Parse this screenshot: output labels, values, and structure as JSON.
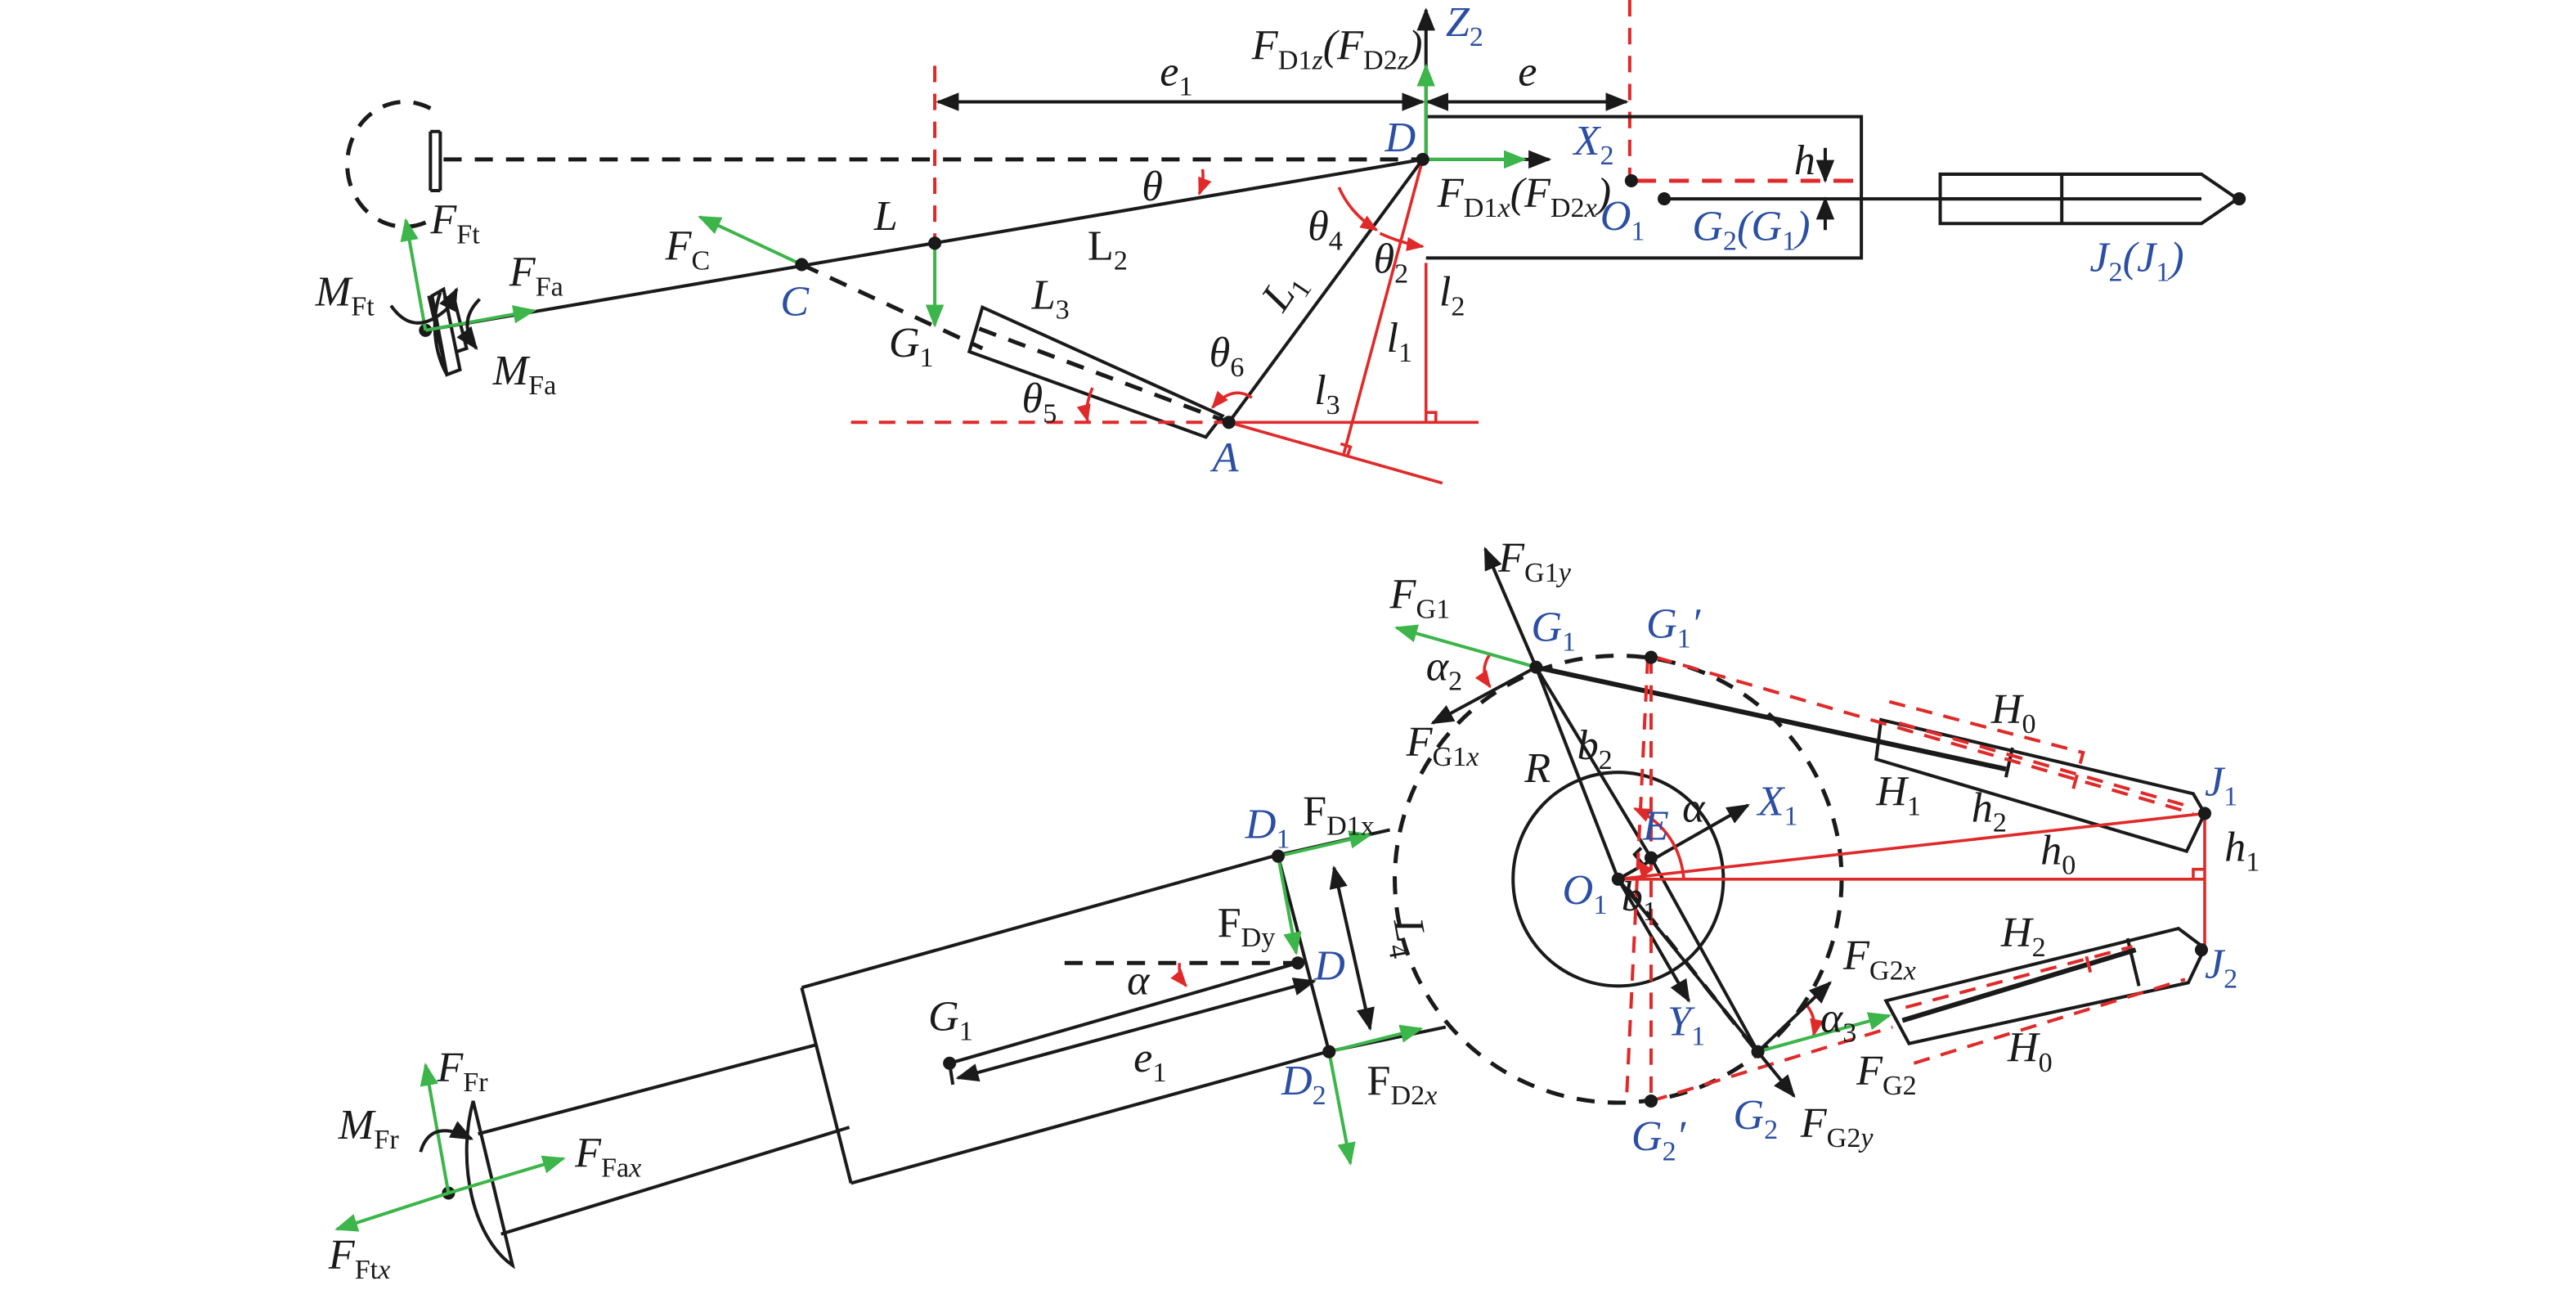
{
  "colors": {
    "line": "#1a1a1a",
    "force": "#3cb54a",
    "construction": "#e02a2a",
    "point_label": "#2c4fa3"
  },
  "top_view": {
    "points": {
      "D": "D",
      "A": "A",
      "C": "C",
      "O1": [
        "O",
        "1"
      ],
      "G2G1": [
        "G",
        "2",
        "(G",
        "1",
        ")"
      ],
      "J2J1": [
        "J",
        "2",
        "(J",
        "1",
        ")"
      ],
      "Z2": [
        "Z",
        "2"
      ],
      "X2": [
        "X",
        "2"
      ]
    },
    "forces": {
      "FD1z": [
        "F",
        "D1",
        "z",
        "(F",
        "D2",
        "z",
        ")"
      ],
      "FD1x": [
        "F",
        "D1",
        "x",
        "(F",
        "D2",
        "x",
        ")"
      ],
      "FC": [
        "F",
        "C"
      ],
      "FFt": [
        "F",
        "Ft"
      ],
      "FFa": [
        "F",
        "Fa"
      ],
      "MFt": [
        "M",
        "Ft"
      ],
      "MFa": [
        "M",
        "Fa"
      ],
      "G1": [
        "G",
        "1"
      ]
    },
    "dims": {
      "e1": [
        "e",
        "1"
      ],
      "e": "e",
      "h": "h",
      "L": "L",
      "L1": [
        "L",
        "1"
      ],
      "L2": [
        "L",
        "2"
      ],
      "L3": [
        "L",
        "3"
      ],
      "l1": [
        "l",
        "1"
      ],
      "l2": [
        "l",
        "2"
      ],
      "l3": [
        "l",
        "3"
      ]
    },
    "angles": {
      "theta": "θ",
      "theta2": [
        "θ",
        "2"
      ],
      "theta4": [
        "θ",
        "4"
      ],
      "theta5": [
        "θ",
        "5"
      ],
      "theta6": [
        "θ",
        "6"
      ]
    }
  },
  "bottom_view": {
    "points": {
      "D": "D",
      "D1": [
        "D",
        "1"
      ],
      "D2": [
        "D",
        "2"
      ],
      "G1": [
        "G",
        "1"
      ],
      "G1p": [
        "G",
        "1",
        "′"
      ],
      "G2": [
        "G",
        "2"
      ],
      "G2p": [
        "G",
        "2",
        "′"
      ],
      "O1": [
        "O",
        "1"
      ],
      "E": "E",
      "J1": [
        "J",
        "1"
      ],
      "J2": [
        "J",
        "2"
      ],
      "X1": [
        "X",
        "1"
      ],
      "Y1": [
        "Y",
        "1"
      ],
      "G1left": [
        "G",
        "1"
      ]
    },
    "forces": {
      "FD1x": [
        "F",
        "D1x"
      ],
      "FD2x": [
        "F",
        "D2",
        "x"
      ],
      "FDy": [
        "F",
        "Dy"
      ],
      "FG1": [
        "F",
        "G1"
      ],
      "FG1y": [
        "F",
        "G1",
        "y"
      ],
      "FG1x": [
        "F",
        "G1",
        "x"
      ],
      "FG2": [
        "F",
        "G2"
      ],
      "FG2x": [
        "F",
        "G2",
        "x"
      ],
      "FG2y": [
        "F",
        "G2",
        "y"
      ],
      "FFr": [
        "F",
        "Fr"
      ],
      "FFax": [
        "F",
        "Fa",
        "x"
      ],
      "FFtx": [
        "F",
        "Ft",
        "x"
      ],
      "MFr": [
        "M",
        "Fr"
      ]
    },
    "dims": {
      "R": "R",
      "b1": [
        "b",
        "1"
      ],
      "b2": [
        "b",
        "2"
      ],
      "e1": [
        "e",
        "1"
      ],
      "L4": [
        "L",
        "4"
      ],
      "H0a": [
        "H",
        "0"
      ],
      "H0b": [
        "H",
        "0"
      ],
      "H1": [
        "H",
        "1"
      ],
      "H2": [
        "H",
        "2"
      ],
      "h0": [
        "h",
        "0"
      ],
      "h1": [
        "h",
        "1"
      ],
      "h2": [
        "h",
        "2"
      ]
    },
    "angles": {
      "alpha": "α",
      "alphaE": "α",
      "alpha2": [
        "α",
        "2"
      ],
      "alpha3": [
        "α",
        "3"
      ]
    }
  }
}
